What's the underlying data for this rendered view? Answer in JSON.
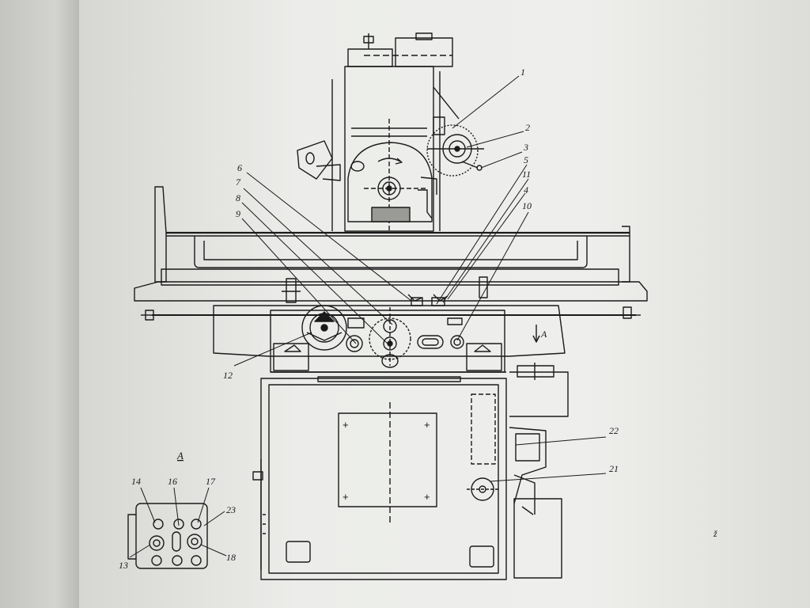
{
  "callouts": {
    "n1": "1",
    "n2": "2",
    "n3": "3",
    "n4": "4",
    "n5": "5",
    "n6": "6",
    "n7": "7",
    "n8": "8",
    "n9": "9",
    "n10": "10",
    "n11": "11",
    "n12": "12",
    "n13": "13",
    "n14": "14",
    "n16": "16",
    "n17": "17",
    "n18": "18",
    "n21": "21",
    "n22": "22",
    "n23": "23"
  },
  "section_marker": "А",
  "view_label": "А",
  "stray_mark": "ž",
  "colors": {
    "paper": "#eeefec",
    "ink": "#1a1a1a",
    "shadow": "#c4c5c1"
  }
}
